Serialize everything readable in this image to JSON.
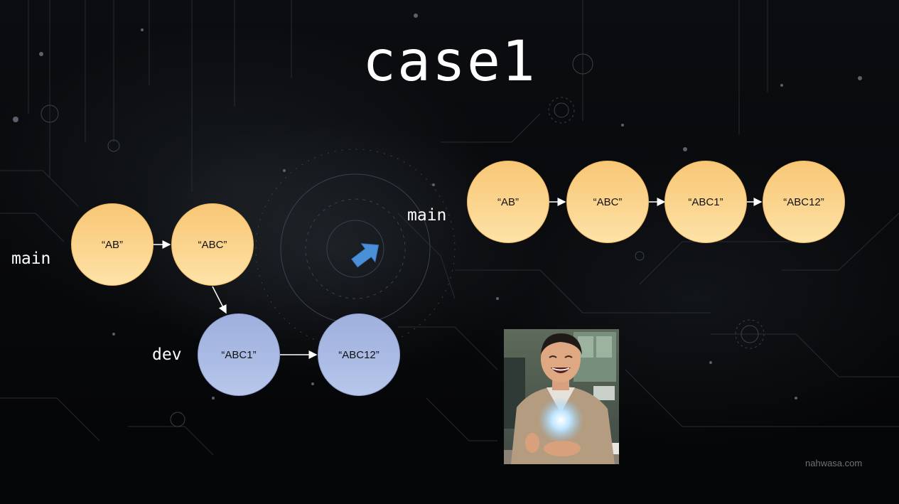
{
  "slide": {
    "title": "case1",
    "watermark": "nahwasa.com"
  },
  "before": {
    "main_label": "main",
    "dev_label": "dev",
    "main_nodes": [
      "“AB”",
      "“ABC”"
    ],
    "dev_nodes": [
      "“ABC1”",
      "“ABC12”"
    ]
  },
  "after": {
    "main_label": "main",
    "main_nodes": [
      "“AB”",
      "“ABC”",
      "“ABC1”",
      "“ABC12”"
    ]
  },
  "colors": {
    "main_node": "#fbd58f",
    "dev_node": "#aabbe4",
    "transition_arrow": "#4a90d9",
    "connector": "#ffffff"
  },
  "icons": {
    "transition": "arrow-right-up-icon"
  },
  "photo": {
    "description": "meme-photo"
  }
}
